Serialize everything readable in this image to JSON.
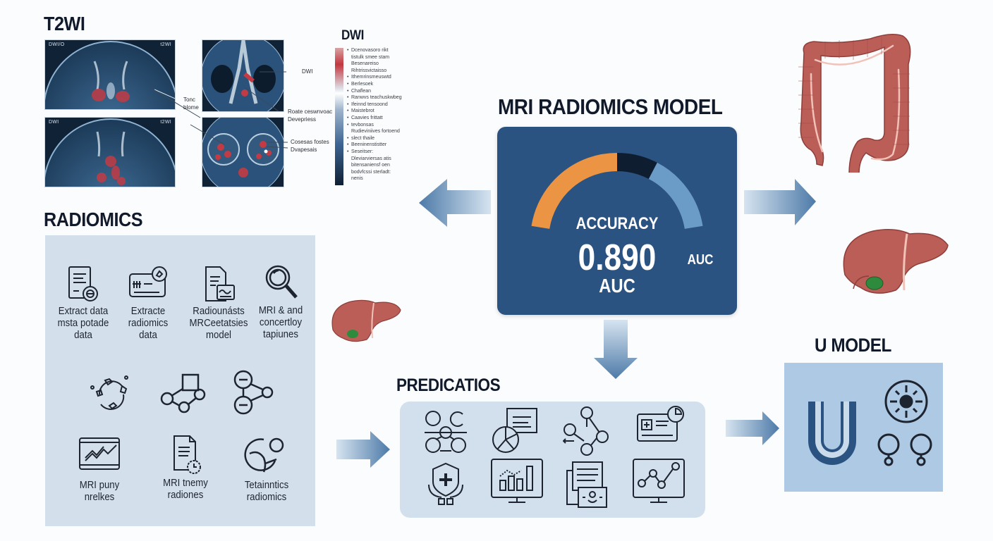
{
  "sections": {
    "t2wi_title": "T2WI",
    "dwi_title": "DWI",
    "radiomics_title": "RADIOMICS",
    "model_title": "MRI RADIOMICS MODEL",
    "predictions_title": "PREDICATIOS",
    "u_model_title": "U MODEL"
  },
  "mri_panels": [
    {
      "tag_left": "DWI/O",
      "tag_right": "t2WI"
    },
    {
      "tag_left": "",
      "tag_right": ""
    },
    {
      "tag_left": "DWI",
      "tag_right": "t2WI"
    },
    {
      "tag_left": "",
      "tag_right": ""
    }
  ],
  "annotations": {
    "dwi_pointer": "DWI",
    "tonc_blome": [
      "Tonc",
      "blome"
    ],
    "roate": [
      "Roate ceswnvoac",
      "Devepriess"
    ],
    "cosesas": [
      "Cosesas fostes",
      "Dvapesais"
    ]
  },
  "dwi_list": [
    {
      "text": "Dcenovasoro rikt",
      "bullet": true
    },
    {
      "text": "tistulk smee stam",
      "bullet": false
    },
    {
      "text": "Besenareiso",
      "bullet": false
    },
    {
      "text": "Rihtrissvictaisso",
      "bullet": false
    },
    {
      "text": "Ithemrinsmeuswtd",
      "bullet": true
    },
    {
      "text": "Berlesoek",
      "bullet": true
    },
    {
      "text": "Chaflean",
      "bullet": true
    },
    {
      "text": "Ranwvs teachuskwbeg",
      "bullet": true
    },
    {
      "text": "Ifeinnd tensoond",
      "bullet": true
    },
    {
      "text": "Maistebrot",
      "bullet": true
    },
    {
      "text": "Caavies frittatt",
      "bullet": true
    },
    {
      "text": "tevbonsas",
      "bullet": true
    },
    {
      "text": "Rudieviniives fortoend",
      "bullet": false
    },
    {
      "text": "slect thaile",
      "bullet": true
    },
    {
      "text": "Beeninenstistter",
      "bullet": true
    },
    {
      "text": "Seseitser:",
      "bullet": true
    },
    {
      "text": "Dleviarviersas atis",
      "bullet": false
    },
    {
      "text": "bitensaniensf oen",
      "bullet": false
    },
    {
      "text": "bodvfcssi sterladt:",
      "bullet": false
    },
    {
      "text": "nenis",
      "bullet": false
    }
  ],
  "radiomics_items": [
    {
      "icon": "document-scan-icon",
      "label": [
        "Extract data",
        "msta potade",
        "data"
      ]
    },
    {
      "icon": "data-card-icon",
      "label": [
        "Extracte",
        "radiomics",
        "data"
      ]
    },
    {
      "icon": "report-chart-icon",
      "label": [
        "Radiounásts",
        "MRCeetatsies",
        "model"
      ]
    },
    {
      "icon": "magnifier-icon",
      "label": [
        "MRI & and",
        "concertloy",
        "tapiunes"
      ]
    },
    {
      "icon": "cycle-hands-icon",
      "label": []
    },
    {
      "icon": "network-graph-icon",
      "label": []
    },
    {
      "icon": "node-link-icon",
      "label": []
    },
    {
      "icon": "line-chart-monitor-icon",
      "label": [
        "MRI puny",
        "nrelkes"
      ]
    },
    {
      "icon": "document-clock-icon",
      "label": [
        "MRI tnemy",
        "radiones"
      ]
    },
    {
      "icon": "globe-person-icon",
      "label": [
        "Tetainntics",
        "radiomics"
      ]
    }
  ],
  "model_card": {
    "metric_label": "ACCURACY",
    "metric_value": "0.890",
    "metric_unit": "AUC",
    "side_label": "AUC",
    "gauge_segments": [
      {
        "name": "accuracy",
        "fraction": 0.5,
        "color": "#eb9444"
      },
      {
        "name": "gap",
        "fraction": 0.17,
        "color": "#0f1d30"
      },
      {
        "name": "auc",
        "fraction": 0.33,
        "color": "#6b9bc7"
      }
    ]
  },
  "prediction_icons": [
    "molecule-network-icon",
    "pie-report-icon",
    "node-cluster-icon",
    "medical-card-icon",
    "shield-cross-icon",
    "bar-chart-monitor-icon",
    "document-stack-icon",
    "trend-monitor-icon"
  ],
  "u_model": {
    "letter": "U",
    "icons": [
      "sun-dial-icon",
      "ring-pair-icon"
    ]
  },
  "colors": {
    "card_blue": "#2b5381",
    "panel_light": "#d3e0ec",
    "u_panel": "#adc9e3",
    "arrow_blue": "#4d7aa8",
    "organ_red": "#b95a55",
    "gallbladder_green": "#2e8b3e",
    "gauge_orange": "#eb9444"
  }
}
